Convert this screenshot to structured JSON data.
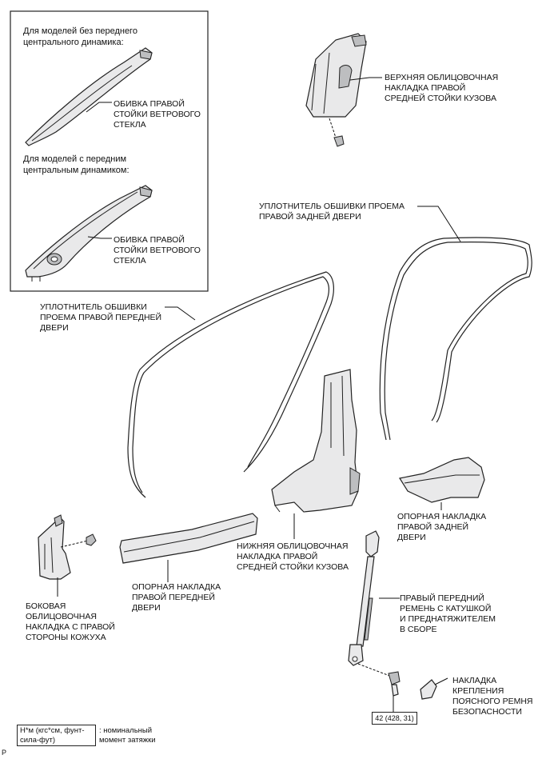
{
  "inset": {
    "heading_without": "Для моделей без переднего\nцентрального динамика:",
    "label_without": "ОБИВКА ПРАВОЙ\nСТОЙКИ ВЕТРОВОГО\nСТЕКЛА",
    "heading_with": "Для моделей с передним\nцентральным динамиком:",
    "label_with": "ОБИВКА ПРАВОЙ\nСТОЙКИ ВЕТРОВОГО\nСТЕКЛА"
  },
  "labels": {
    "upper_b_pillar": "ВЕРХНЯЯ ОБЛИЦОВОЧНАЯ\nНАКЛАДКА ПРАВОЙ\nСРЕДНЕЙ СТОЙКИ КУЗОВА",
    "rear_door_weatherstrip": "УПЛОТНИТЕЛЬ ОБШИВКИ ПРОЕМА\nПРАВОЙ ЗАДНЕЙ ДВЕРИ",
    "front_door_weatherstrip": "УПЛОТНИТЕЛЬ ОБШИВКИ\nПРОЕМА ПРАВОЙ ПЕРЕДНЕЙ\nДВЕРИ",
    "rear_scuff": "ОПОРНАЯ НАКЛАДКА\nПРАВОЙ ЗАДНЕЙ\nДВЕРИ",
    "lower_b_pillar": "НИЖНЯЯ ОБЛИЦОВОЧНАЯ\nНАКЛАДКА ПРАВОЙ\nСРЕДНЕЙ СТОЙКИ КУЗОВА",
    "front_scuff": "ОПОРНАЯ НАКЛАДКА\nПРАВОЙ ПЕРЕДНЕЙ\nДВЕРИ",
    "cowl_side": "БОКОВАЯ\nОБЛИЦОВОЧНАЯ\nНАКЛАДКА С ПРАВОЙ\nСТОРОНЫ КОЖУХА",
    "seat_belt": "ПРАВЫЙ ПЕРЕДНИЙ\nРЕМЕНЬ С КАТУШКОЙ\nИ ПРЕДНАТЯЖИТЕЛЕМ\nВ СБОРЕ",
    "belt_anchor_cover": "НАКЛАДКА\nКРЕПЛЕНИЯ\nПОЯСНОГО РЕМНЯ\nБЕЗОПАСНОСТИ"
  },
  "torque": {
    "value": "42 (428, 31)"
  },
  "legend": {
    "box": "Н*м (кгс*см, фунт-\nсила-фут)",
    "description": ": номинальный\nмомент затяжки"
  },
  "corner_mark": "P"
}
